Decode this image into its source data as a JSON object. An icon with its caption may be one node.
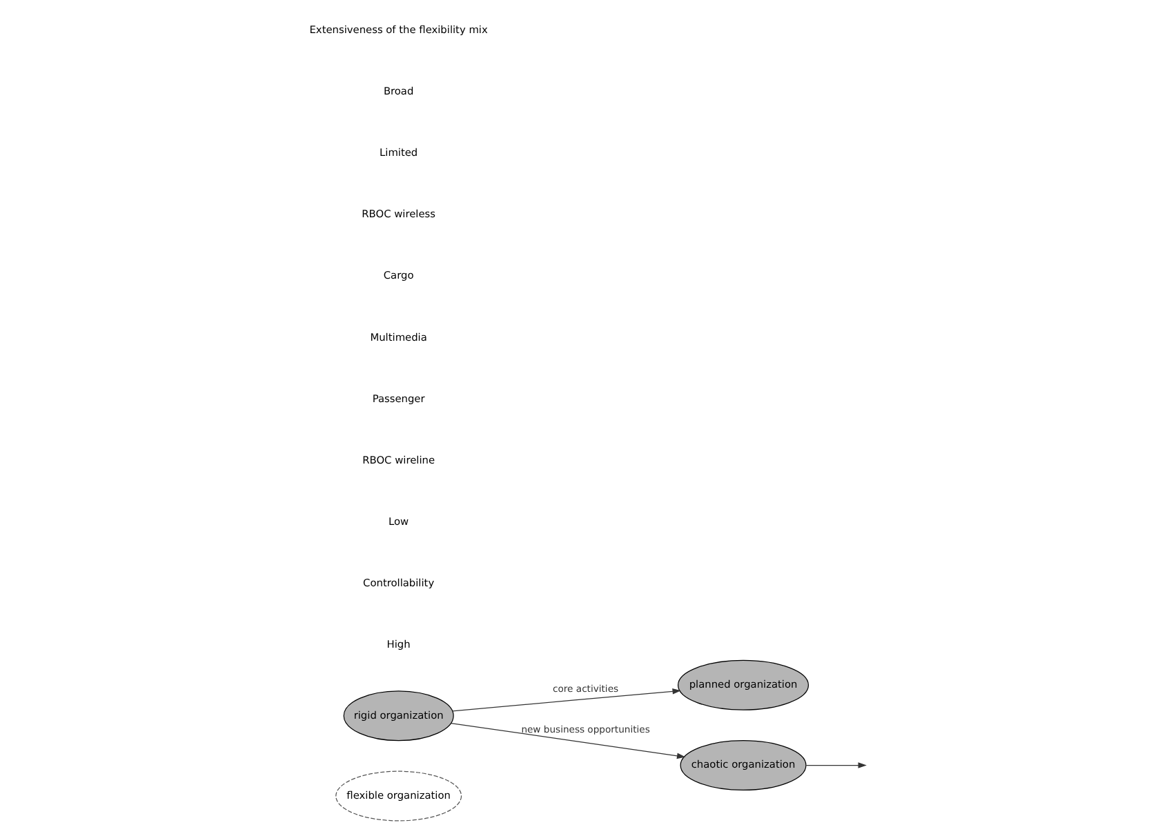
{
  "diagram": {
    "nodes": [
      {
        "text": [
          "flexible organization"
        ]
      },
      {
        "text": [
          "planned organization"
        ]
      },
      {
        "text": [
          "rigid organization"
        ]
      },
      {
        "text": [
          "chaotic organization"
        ]
      }
    ],
    "edges": [
      {
        "from": 2,
        "to": 1,
        "arrow": "to",
        "label": "core activities"
      },
      {
        "from": 2,
        "to": 3,
        "arrow": "to",
        "label": "new business opportunities"
      },
      {
        "from": 3,
        "to": null,
        "arrow": "to"
      }
    ],
    "labels": [
      "High",
      "Controllability",
      "Low",
      "RBOC wireline",
      "Passenger",
      "Multimedia",
      "Cargo",
      "RBOC wireless",
      "Limited",
      "Broad",
      "Extensiveness of the flexibility mix"
    ]
  }
}
